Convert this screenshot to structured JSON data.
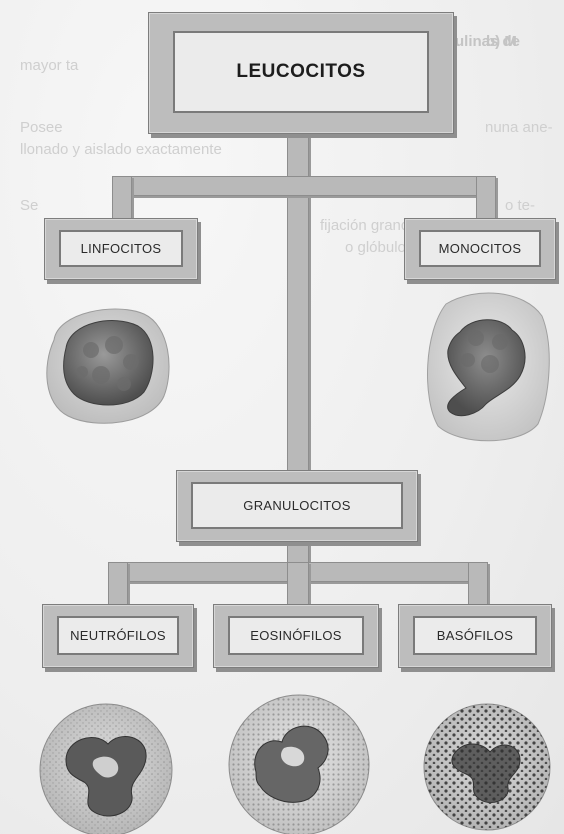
{
  "diagram": {
    "root": "LEUCOCITOS",
    "left_branch": "LINFOCITOS",
    "right_branch": "MONOCITOS",
    "middle_node": "GRANULOCITOS",
    "children": [
      "NEUTRÓFILOS",
      "EOSINÓFILOS",
      "BASÓFILOS"
    ]
  },
  "background_text": {
    "lines": [
      "b) M",
      "ulinas de",
      "mayor ta",
      "Posee",
      "nuna ane-",
      "llonado y aislado exactamente",
      "Se",
      "o te-",
      "fijación grandes p",
      "o glóbulos rojo"
    ]
  },
  "colors": {
    "box_fill": "#bdbdbd",
    "label_fill": "#ebebeb",
    "line": "#7a7a7a"
  }
}
